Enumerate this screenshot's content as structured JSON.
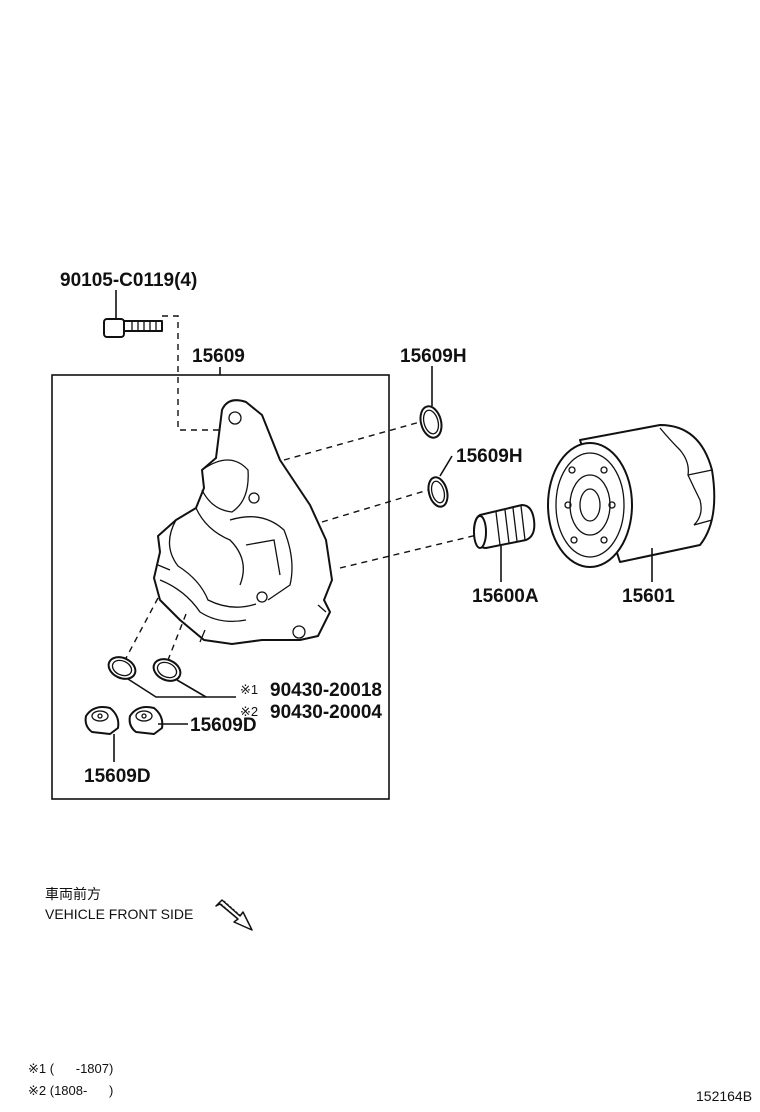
{
  "parts": {
    "bolt": "90105-C0119(4)",
    "housing": "15609",
    "oring_upper": "15609H",
    "oring_lower": "15609H",
    "union": "15600A",
    "filter": "15601",
    "gasket_1": "90430-20018",
    "gasket_2": "90430-20004",
    "gasket_1_mark": "※1",
    "gasket_2_mark": "※2",
    "plug_right": "15609D",
    "plug_left": "15609D"
  },
  "direction": {
    "jp": "車両前方",
    "en": "VEHICLE FRONT SIDE"
  },
  "notes": [
    "※1 (      -1807)",
    "※2 (1808-      )"
  ],
  "figure_id": "152164B"
}
